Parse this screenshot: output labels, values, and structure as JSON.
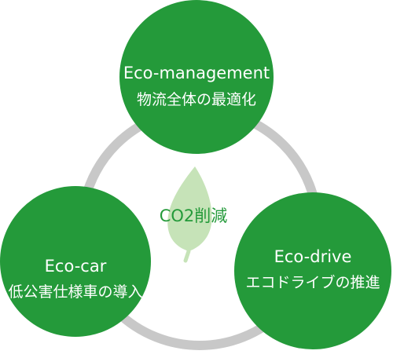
{
  "center": {
    "label": "CO2削減"
  },
  "nodes": [
    {
      "title": "Eco-management",
      "subtitle": "物流全体の最適化"
    },
    {
      "title": "Eco-car",
      "subtitle": "低公害仕様車の導入"
    },
    {
      "title": "Eco-drive",
      "subtitle": "エコドライブの推進"
    }
  ],
  "colors": {
    "circle": "#249a3a",
    "ring": "#c8c8c8",
    "leaf": "#c6e3b8",
    "center_text": "#249a3a"
  }
}
